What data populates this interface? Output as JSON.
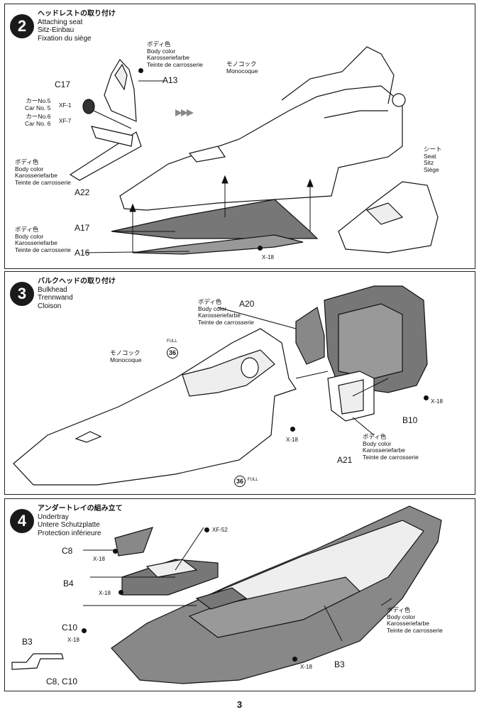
{
  "step2": {
    "number": "2",
    "title_jp": "ヘッドレストの取り付け",
    "title_en": "Attaching seat",
    "title_de": "Sitz-Einbau",
    "title_fr": "Fixation du siège",
    "body_color_jp": "ボディ色",
    "body_color_en": "Body color",
    "body_color_de": "Karosseriefarbe",
    "body_color_fr": "Teinte de carrosserie",
    "monocoque_jp": "モノコック",
    "monocoque_en": "Monocoque",
    "seat_jp": "シート",
    "seat_en": "Seat",
    "seat_de": "Sitz",
    "seat_fr": "Siège",
    "c17": "C17",
    "car5_jp": "カーNo.5",
    "car5_en": "Car No. 5",
    "car6_jp": "カーNo.6",
    "car6_en": "Car No. 6",
    "xf1": "XF-1",
    "xf7": "XF-7",
    "a13": "A13",
    "a22": "A22",
    "a17": "A17",
    "a16": "A16",
    "x18": "X-18"
  },
  "step3": {
    "number": "3",
    "title_jp": "バルクヘッドの取り付け",
    "title_en": "Bulkhead",
    "title_de": "Trennwand",
    "title_fr": "Cloison",
    "body_color_jp": "ボディ色",
    "body_color_en": "Body color",
    "body_color_de": "Karosseriefarbe",
    "body_color_fr": "Teinte de carrosserie",
    "monocoque_jp": "モノコック",
    "monocoque_en": "Monocoque",
    "a20": "A20",
    "a21": "A21",
    "b10": "B10",
    "x18": "X-18",
    "screw": "36",
    "screw_note": "FULL"
  },
  "step4": {
    "number": "4",
    "title_jp": "アンダートレイの組み立て",
    "title_en": "Undertray",
    "title_de": "Untere Schutzplatte",
    "title_fr": "Protection inférieure",
    "body_color_jp": "ボディ色",
    "body_color_en": "Body color",
    "body_color_de": "Karosseriefarbe",
    "body_color_fr": "Teinte de carrosserie",
    "xf52": "XF-52",
    "c8": "C8",
    "b4": "B4",
    "c10": "C10",
    "b3": "B3",
    "c8c10": "C8, C10",
    "x18": "X-18"
  },
  "page_number": "3"
}
